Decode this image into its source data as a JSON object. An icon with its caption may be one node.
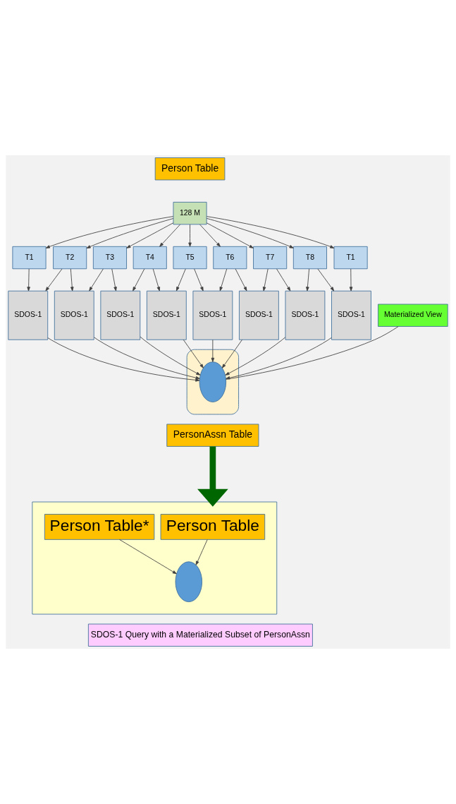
{
  "diagram": {
    "nodes": [
      {
        "text": [
          "Person Table"
        ]
      },
      {
        "text": [
          "128 M"
        ]
      },
      {
        "text": [
          "T1"
        ]
      },
      {
        "text": [
          "T2"
        ]
      },
      {
        "text": [
          "T3"
        ]
      },
      {
        "text": [
          "T4"
        ]
      },
      {
        "text": [
          "T5"
        ]
      },
      {
        "text": [
          "T6"
        ]
      },
      {
        "text": [
          "T7"
        ]
      },
      {
        "text": [
          "T8"
        ]
      },
      {
        "text": [
          "T1"
        ]
      },
      {
        "text": [
          "SDOS-1"
        ]
      },
      {
        "text": [
          "SDOS-1"
        ]
      },
      {
        "text": [
          "SDOS-1"
        ]
      },
      {
        "text": [
          "SDOS-1"
        ]
      },
      {
        "text": [
          "SDOS-1"
        ]
      },
      {
        "text": [
          "SDOS-1"
        ]
      },
      {
        "text": [
          "SDOS-1"
        ]
      },
      {
        "text": [
          "SDOS-1"
        ]
      },
      {
        "text": [],
        "shape": "ellipse"
      },
      {
        "text": [],
        "shape": "ellipse",
        "in": 19
      },
      {
        "text": [
          "Materialized View"
        ]
      },
      {
        "text": [
          "PersonAssn Table"
        ]
      },
      {
        "text": [],
        "shape": "box"
      },
      {
        "text": [
          "Person Table"
        ],
        "in": 23
      },
      {
        "text": [
          "Person Table*"
        ],
        "in": 23
      },
      {
        "text": [],
        "shape": "ellipse",
        "in": 23
      },
      {
        "text": [
          "SDOS-1 Query with a Materialized Subset of PersonAssn"
        ]
      }
    ],
    "edges": [
      {
        "from": 1,
        "to": 2,
        "arrow": "to"
      },
      {
        "from": 1,
        "to": 3,
        "arrow": "to"
      },
      {
        "from": 1,
        "to": 4,
        "arrow": "to"
      },
      {
        "from": 1,
        "to": 5,
        "arrow": "to"
      },
      {
        "from": 1,
        "to": 6,
        "arrow": "to"
      },
      {
        "from": 1,
        "to": 7,
        "arrow": "to"
      },
      {
        "from": 1,
        "to": 8,
        "arrow": "to"
      },
      {
        "from": 1,
        "to": 9,
        "arrow": "to"
      },
      {
        "from": 1,
        "to": 10,
        "arrow": "to"
      },
      {
        "from": 2,
        "to": 11,
        "arrow": "to"
      },
      {
        "from": 3,
        "to": 11,
        "arrow": "to"
      },
      {
        "from": 3,
        "to": 12,
        "arrow": "to"
      },
      {
        "from": 4,
        "to": 12,
        "arrow": "to"
      },
      {
        "from": 4,
        "to": 13,
        "arrow": "to"
      },
      {
        "from": 5,
        "to": 13,
        "arrow": "to"
      },
      {
        "from": 5,
        "to": 14,
        "arrow": "to"
      },
      {
        "from": 6,
        "to": 14,
        "arrow": "to"
      },
      {
        "from": 6,
        "to": 15,
        "arrow": "to"
      },
      {
        "from": 7,
        "to": 15,
        "arrow": "to"
      },
      {
        "from": 7,
        "to": 16,
        "arrow": "to"
      },
      {
        "from": 8,
        "to": 16,
        "arrow": "to"
      },
      {
        "from": 8,
        "to": 17,
        "arrow": "to"
      },
      {
        "from": 9,
        "to": 17,
        "arrow": "to"
      },
      {
        "from": 9,
        "to": 18,
        "arrow": "to"
      },
      {
        "from": 10,
        "to": 18,
        "arrow": "to"
      },
      {
        "from": 11,
        "to": 20,
        "arrow": "to"
      },
      {
        "from": 12,
        "to": 20,
        "arrow": "to"
      },
      {
        "from": 13,
        "to": 20,
        "arrow": "to"
      },
      {
        "from": 14,
        "to": 20,
        "arrow": "to"
      },
      {
        "from": 15,
        "to": 20,
        "arrow": "to"
      },
      {
        "from": 16,
        "to": 20,
        "arrow": "to"
      },
      {
        "from": 17,
        "to": 20,
        "arrow": "to"
      },
      {
        "from": 18,
        "to": 20,
        "arrow": "to"
      },
      {
        "from": 21,
        "to": 20,
        "arrow": "none"
      },
      {
        "from": 22,
        "to": 23,
        "arrow": "to",
        "style": "thick",
        "color": "#006600"
      },
      {
        "from": 24,
        "to": 26,
        "arrow": "to"
      },
      {
        "from": 25,
        "to": 26,
        "arrow": "to"
      }
    ]
  }
}
